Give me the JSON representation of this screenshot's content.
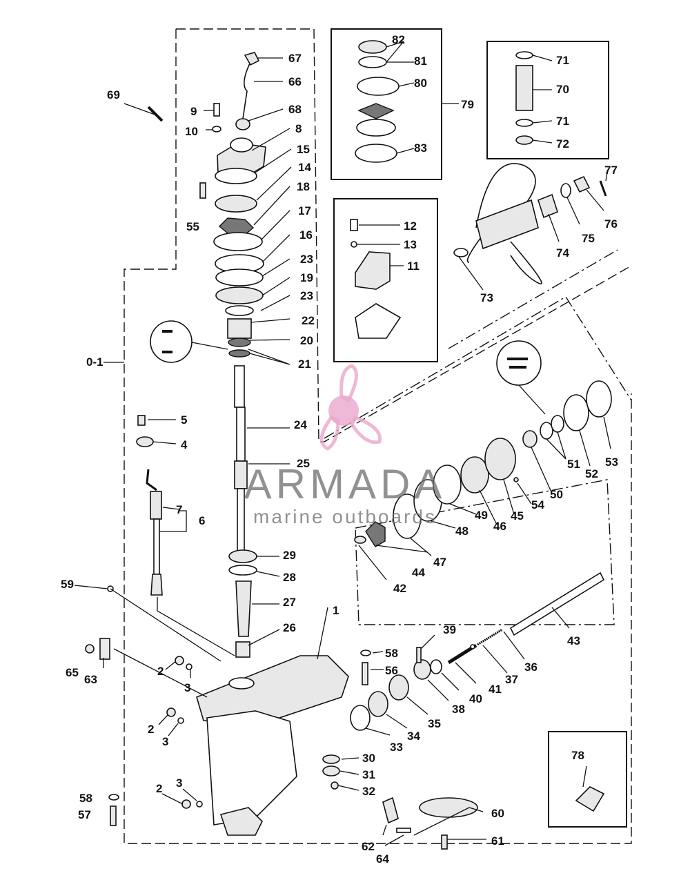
{
  "labels": {
    "l1": "1",
    "l2a": "2",
    "l2b": "2",
    "l2c": "2",
    "l3a": "3",
    "l3b": "3",
    "l3c": "3",
    "l4": "4",
    "l5": "5",
    "l6": "6",
    "l7": "7",
    "l8": "8",
    "l9": "9",
    "l10": "10",
    "l11": "11",
    "l12": "12",
    "l13": "13",
    "l14": "14",
    "l15": "15",
    "l16": "16",
    "l17": "17",
    "l18": "18",
    "l19": "19",
    "l20": "20",
    "l21": "21",
    "l22": "22",
    "l23a": "23",
    "l23b": "23",
    "l24": "24",
    "l25": "25",
    "l26": "26",
    "l27": "27",
    "l28": "28",
    "l29": "29",
    "l30": "30",
    "l31": "31",
    "l32": "32",
    "l33": "33",
    "l34": "34",
    "l35": "35",
    "l36": "36",
    "l37": "37",
    "l38": "38",
    "l39": "39",
    "l40": "40",
    "l41": "41",
    "l42": "42",
    "l43": "43",
    "l44": "44",
    "l45": "45",
    "l46": "46",
    "l47": "47",
    "l48": "48",
    "l49": "49",
    "l50": "50",
    "l51": "51",
    "l52": "52",
    "l53": "53",
    "l54": "54",
    "l55": "55",
    "l56": "56",
    "l57": "57",
    "l58a": "58",
    "l58b": "58",
    "l59": "59",
    "l60": "60",
    "l61": "61",
    "l62": "62",
    "l63": "63",
    "l64": "64",
    "l65": "65",
    "l66": "66",
    "l67": "67",
    "l68": "68",
    "l69": "69",
    "l70": "70",
    "l71a": "71",
    "l71b": "71",
    "l72": "72",
    "l73": "73",
    "l74": "74",
    "l75": "75",
    "l76": "76",
    "l77": "77",
    "l78": "78",
    "l79": "79",
    "l80": "80",
    "l81": "81",
    "l82": "82",
    "l83": "83",
    "l01": "0-1"
  },
  "watermark": {
    "brand": "ARMADA",
    "tagline": "marine outboards",
    "logo_icon": "propeller-logo-icon",
    "color_pink": "#e8a8cc",
    "color_grey": "#6d6d6d"
  }
}
